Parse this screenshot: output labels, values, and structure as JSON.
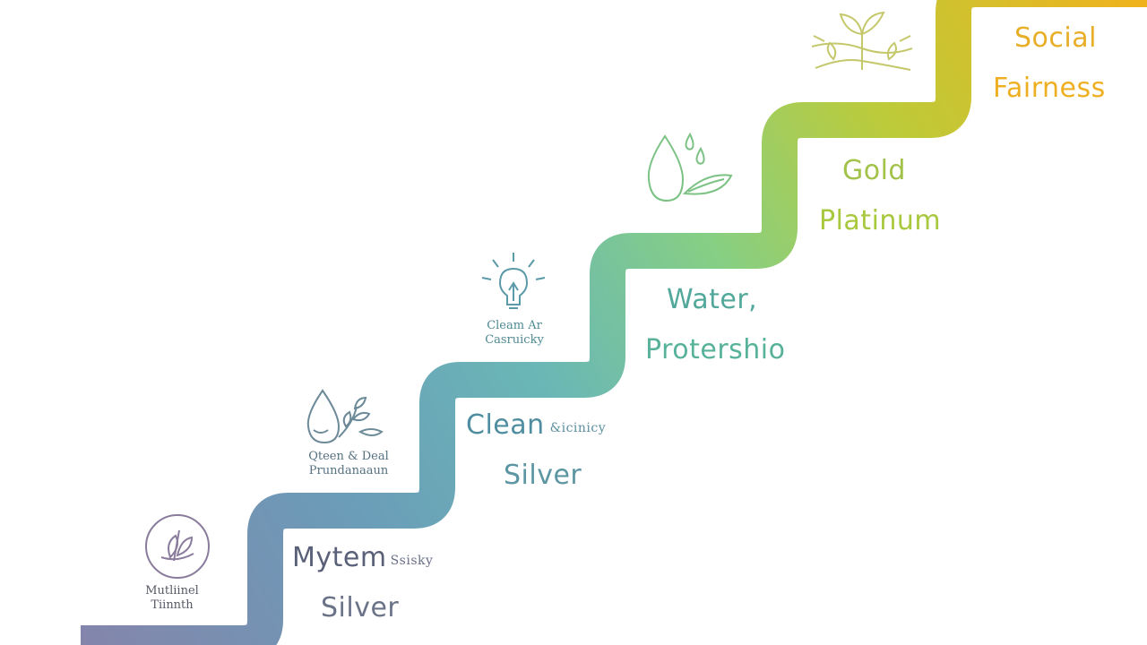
{
  "colors": {
    "step1": "#7b7fa6",
    "step2": "#6aaab8",
    "step3": "#72c0a0",
    "step4": "#aacb4a",
    "step5": "#ecb824"
  },
  "steps": [
    {
      "icon": "leaf-circle-icon",
      "caption_line1": "Mutliinel",
      "caption_line2": "Tiinnth",
      "title_line1": "Mytem",
      "title_line1_suffix": "Ssisky",
      "title_line2": "Silver"
    },
    {
      "icon": "water-drop-leaves-icon",
      "caption_line1": "Qteen & Deal",
      "caption_line2": "Prundanaaun",
      "title_line1": "Clean",
      "title_line1_suffix": "&icinicy",
      "title_line2": "Silver"
    },
    {
      "icon": "light-bulb-icon",
      "caption_line1": "Cleam Ar",
      "caption_line2": "Casruicky",
      "title_line1": "Water,",
      "title_line2": "Protershio"
    },
    {
      "icon": "water-drop-leaf-icon",
      "title_line1": "Gold",
      "title_line2": "Platinum"
    },
    {
      "icon": "plant-sprout-icon",
      "title_line1": "Social",
      "title_line2": "Fairness"
    }
  ]
}
